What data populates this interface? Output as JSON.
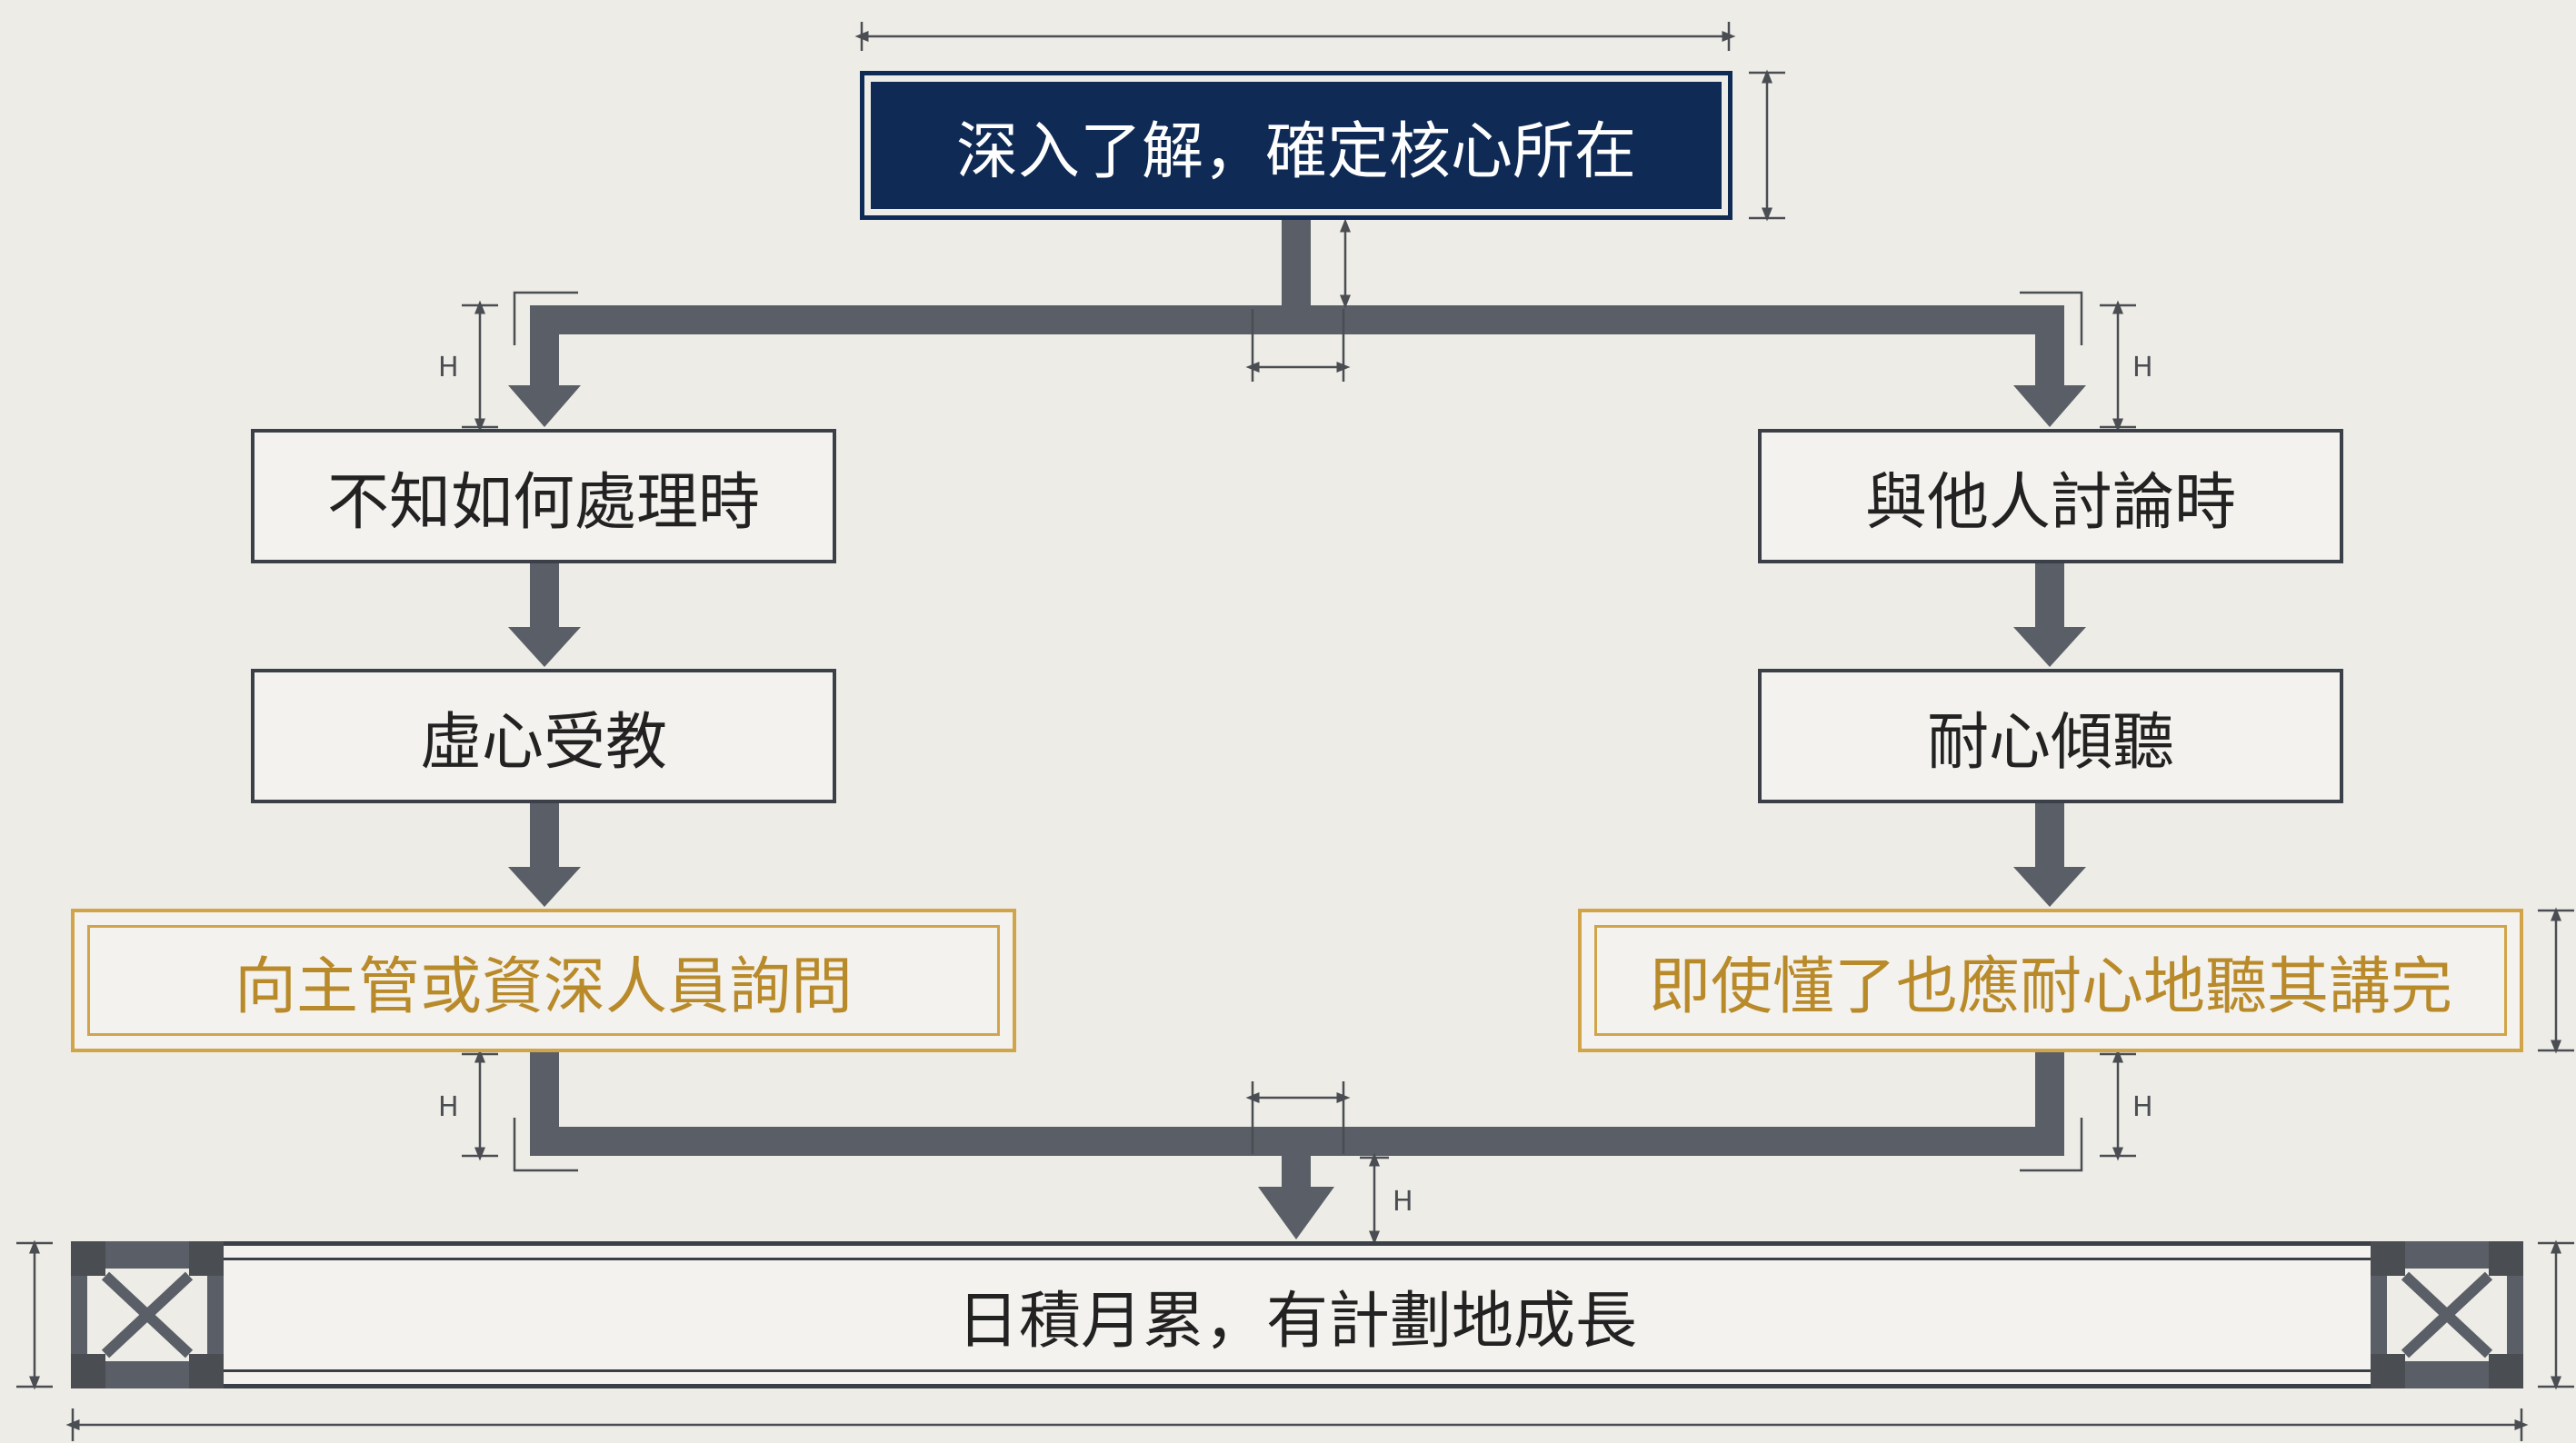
{
  "flow": {
    "top": "深入了解，確定核心所在",
    "left": {
      "step1": "不知如何處理時",
      "step2": "虛心受教",
      "step3": "向主管或資深人員詢問"
    },
    "right": {
      "step1": "與他人討論時",
      "step2": "耐心傾聽",
      "step3": "即使懂了也應耐心地聽其講完"
    },
    "bottom": "日積月累，有計劃地成長"
  },
  "annotations": {
    "height_mark": "H"
  },
  "colors": {
    "navy": "#0e2a55",
    "connector": "#5a5e66",
    "gold": "#d2a449",
    "gold_text": "#b98a2a",
    "background": "#edece6"
  }
}
